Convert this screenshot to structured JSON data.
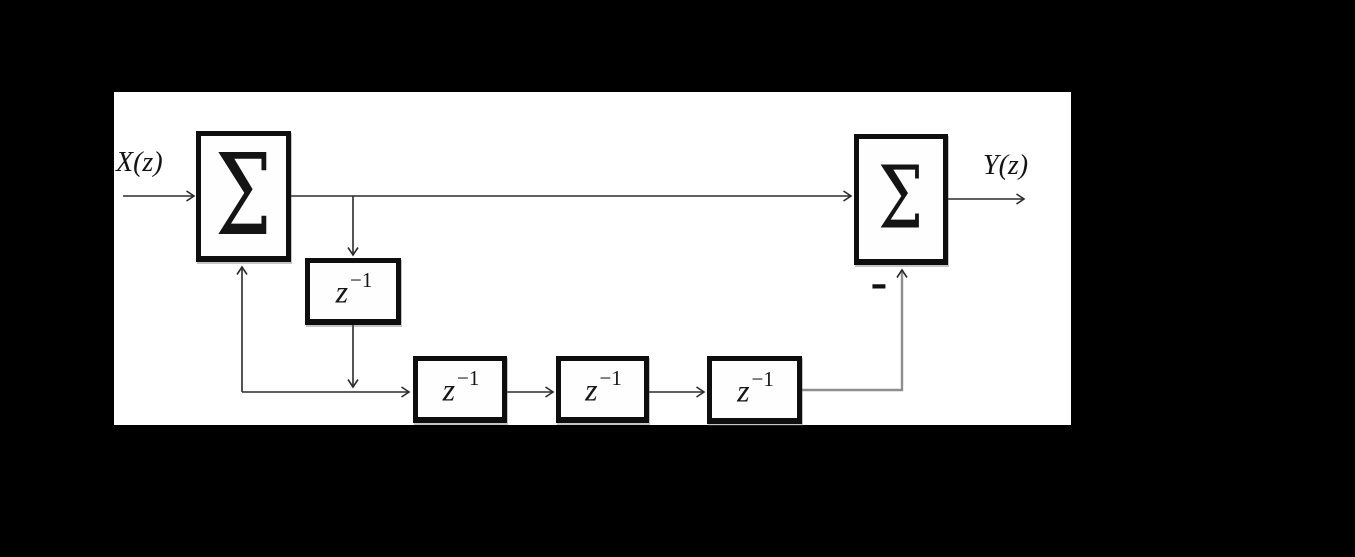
{
  "diagram": {
    "kind": "z-domain signal flow block diagram",
    "input_label": "X(z)",
    "output_label": "Y(z)",
    "sum_symbol": "Σ",
    "delay_base": "z",
    "delay_exponent": "−1",
    "minus_sign": "-",
    "blocks": [
      "input-summation",
      "feedback-delay",
      "delay-1",
      "delay-2",
      "delay-3",
      "output-summation"
    ],
    "colors": {
      "background": "#000000",
      "canvas": "#ffffff",
      "wire": "#2b2b2b",
      "gray_wire": "#8f8f8f",
      "block_border": "#0e0e0e"
    }
  }
}
